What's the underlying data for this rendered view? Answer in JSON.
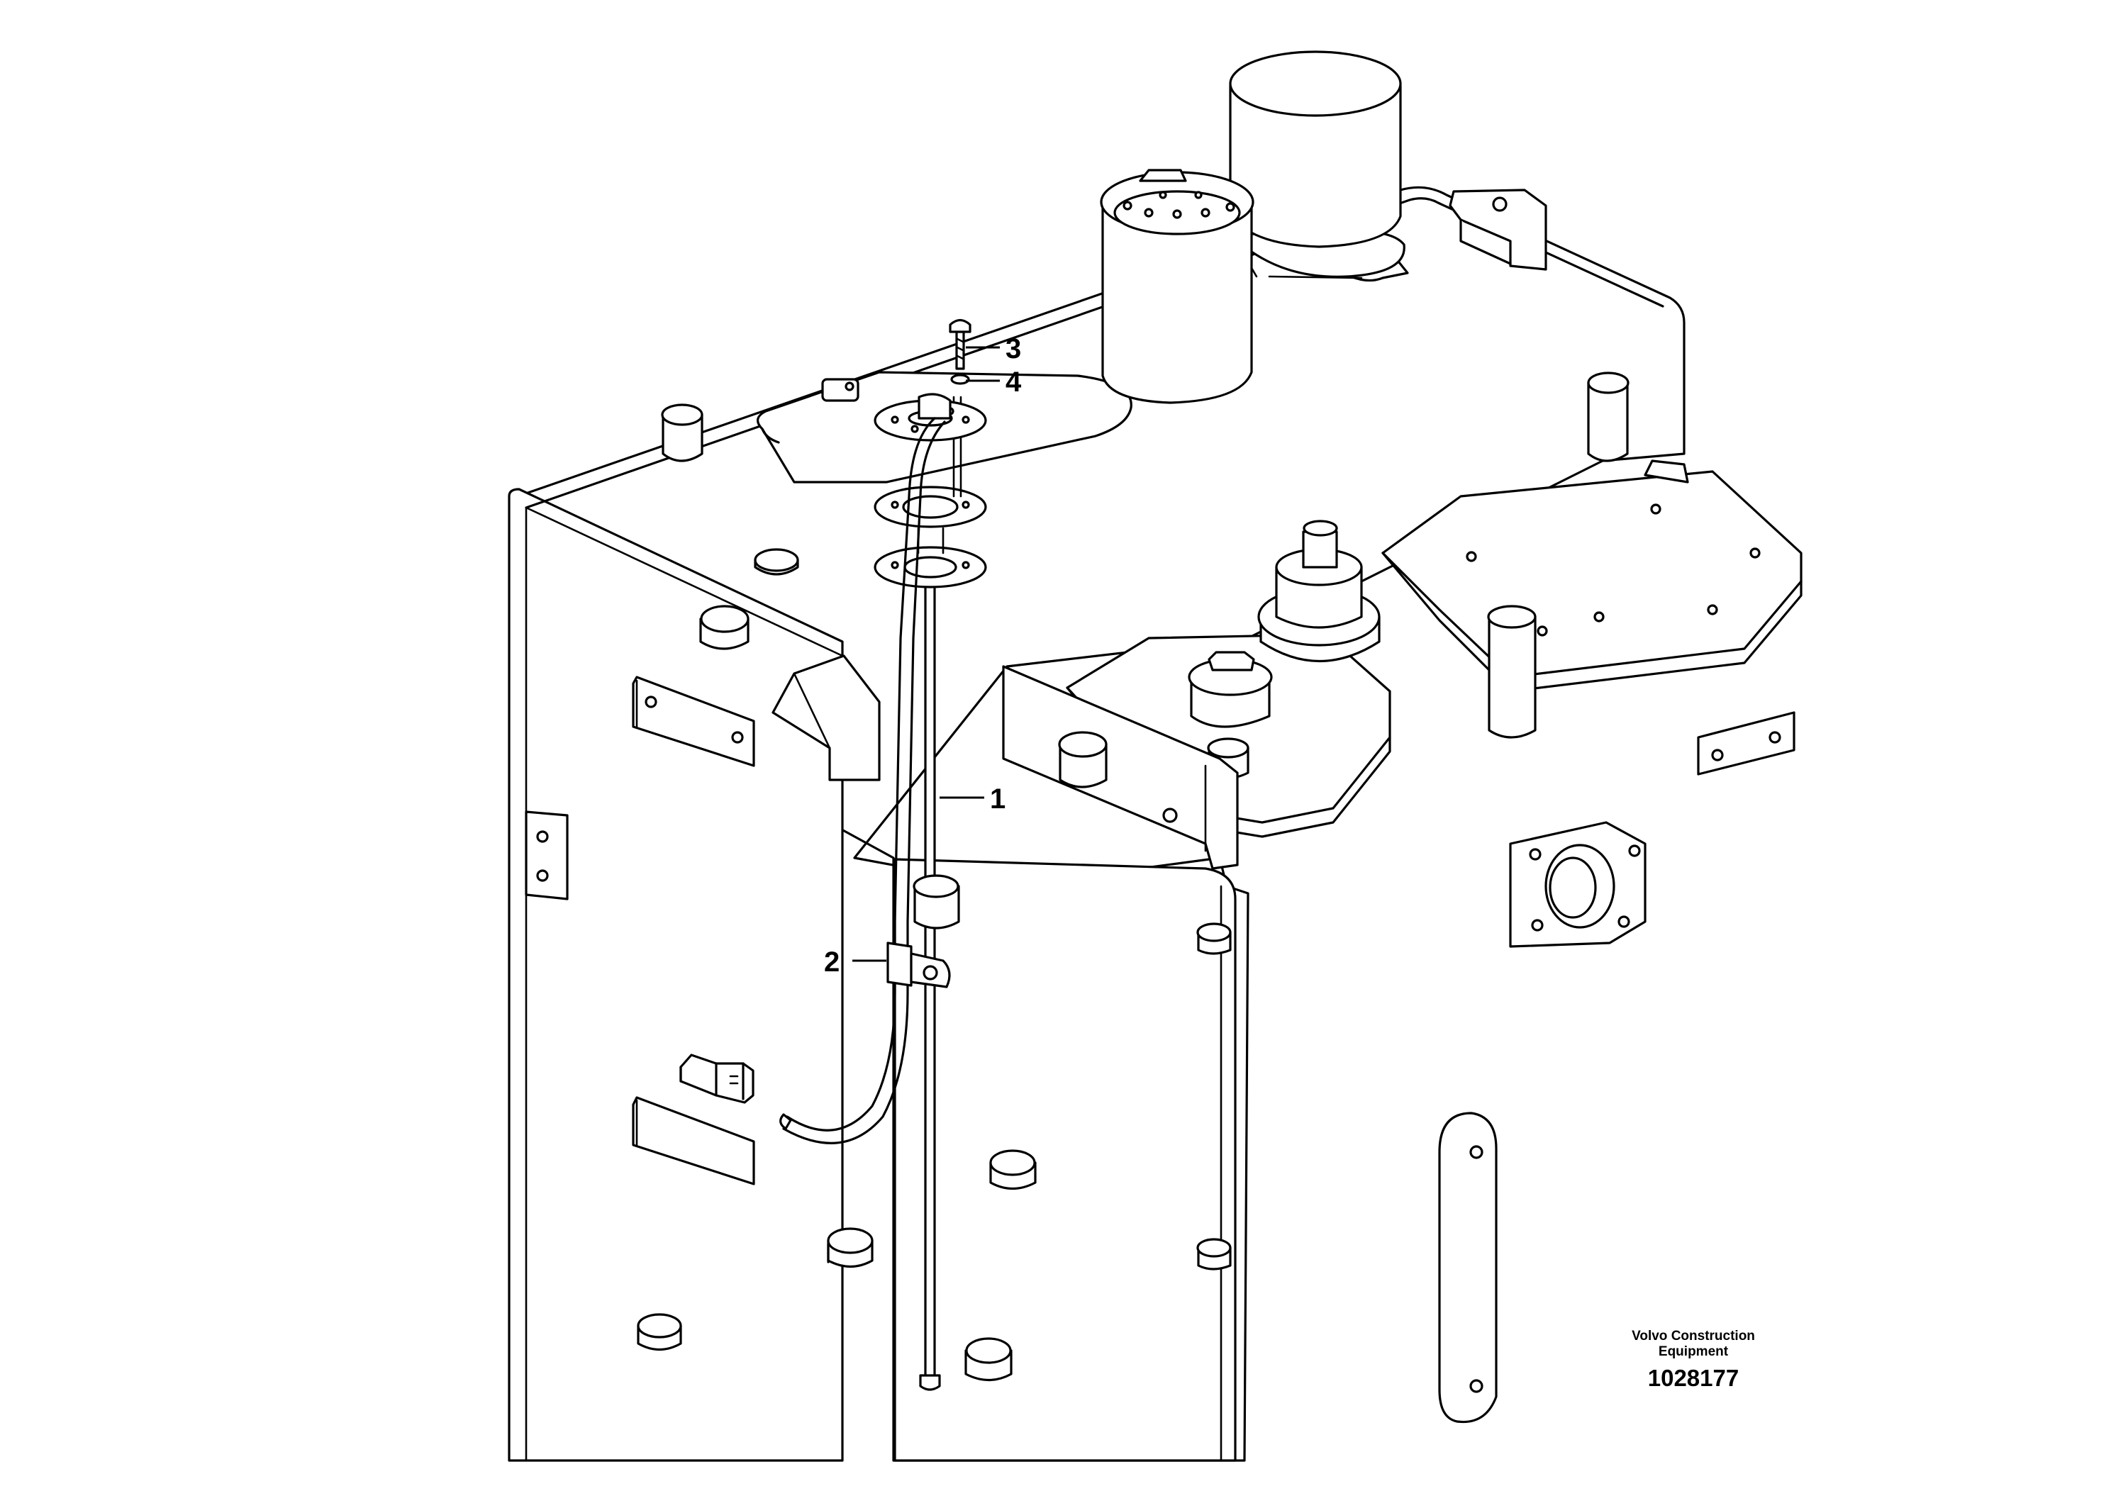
{
  "callouts": [
    {
      "id": "1",
      "label": "1"
    },
    {
      "id": "2",
      "label": "2"
    },
    {
      "id": "3",
      "label": "3"
    },
    {
      "id": "4",
      "label": "4"
    }
  ],
  "caption": {
    "brand_line1": "Volvo Construction",
    "brand_line2": "Equipment",
    "reference": "1028177"
  }
}
